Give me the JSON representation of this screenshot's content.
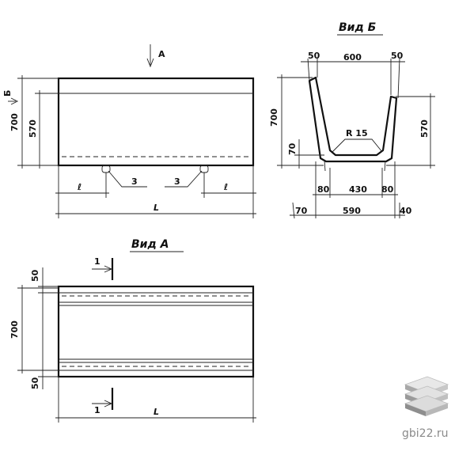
{
  "front_view": {
    "arrow_a_label": "А",
    "arrow_b_label": "Б",
    "dim_height_total": "700",
    "dim_height_inner": "570",
    "dim_side_left": "ℓ",
    "dim_side_right": "ℓ",
    "loop_left_label": "3",
    "loop_right_label": "3",
    "dim_length": "L"
  },
  "view_b": {
    "title": "Вид Б",
    "dim_top_left_wall": "50",
    "dim_top_inner": "600",
    "dim_top_right_wall": "50",
    "dim_height_total": "700",
    "dim_height_inner": "570",
    "radius_label": "R 15",
    "dim_bottom_offset": "70",
    "dim_bottom_left_foot": "80",
    "dim_bottom_inner": "430",
    "dim_bottom_right_foot": "80",
    "dim_left_overhang": "70",
    "dim_base_width": "590",
    "dim_right_overhang": "40"
  },
  "view_a": {
    "title": "Вид А",
    "section_label_top": "1",
    "section_label_bottom": "1",
    "dim_wall_top": "50",
    "dim_inner_width": "700",
    "dim_wall_bottom": "50",
    "dim_length": "L"
  },
  "watermark": {
    "text": "gbi22.ru",
    "icon": "stacked-slabs-icon"
  }
}
